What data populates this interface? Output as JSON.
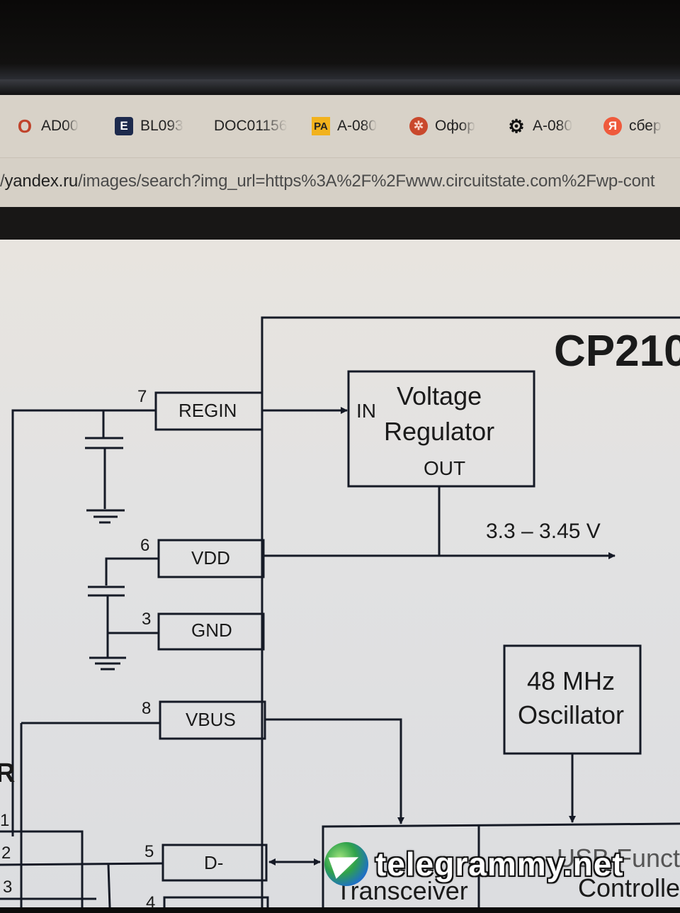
{
  "browser": {
    "bookmarks": [
      {
        "icon": "opera-icon",
        "glyph": "O",
        "color": "#c0432b",
        "label": "AD00"
      },
      {
        "icon": "book-icon",
        "glyph": "E",
        "color": "#1d2a4d",
        "label": "BL093"
      },
      {
        "icon": "none",
        "glyph": "",
        "color": "",
        "label": "DOC01156"
      },
      {
        "icon": "pa-logo-icon",
        "glyph": "PA",
        "color": "#f2b21d",
        "label": "A-080"
      },
      {
        "icon": "star-badge-icon",
        "glyph": "✲",
        "color": "#c9482c",
        "label": "Офор"
      },
      {
        "icon": "chip-icon",
        "glyph": "⚙",
        "color": "#111111",
        "label": "A-080"
      },
      {
        "icon": "yandex-icon",
        "glyph": "Я",
        "color": "#ef5a3c",
        "label": "сбер"
      }
    ],
    "address_bar": {
      "host": "yandex.ru",
      "path": "/images/search?img_url=https%3A%2F%2Fwww.circuitstate.com%2Fwp-cont",
      "prefix": "/"
    }
  },
  "diagram": {
    "chip_title": "CP210",
    "pins": [
      {
        "number": "7",
        "name": "REGIN"
      },
      {
        "number": "6",
        "name": "VDD"
      },
      {
        "number": "3",
        "name": "GND"
      },
      {
        "number": "8",
        "name": "VBUS"
      },
      {
        "number": "5",
        "name": "D-"
      },
      {
        "number": "4",
        "name": ""
      }
    ],
    "regulator": {
      "line1": "Voltage",
      "line2": "Regulator",
      "in_label": "IN",
      "out_label": "OUT"
    },
    "output_voltage": "3.3 – 3.45 V",
    "oscillator": {
      "line1": "48 MHz",
      "line2": "Oscillator"
    },
    "transceiver": {
      "label": "Transceiver"
    },
    "usb_controller": {
      "line1": "USB Functi",
      "line2": "Controlle"
    },
    "connector": {
      "title_fragment": "R",
      "pins": [
        "1",
        "2",
        "3"
      ]
    }
  },
  "watermark": {
    "text": "telegrammy.net"
  }
}
